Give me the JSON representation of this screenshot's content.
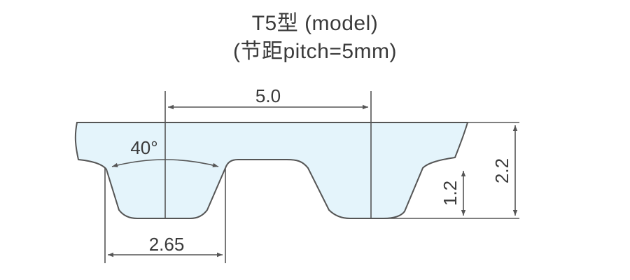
{
  "title": {
    "line1": "T5型 (model)",
    "line2": "(节距pitch=5mm)"
  },
  "dimensions": {
    "pitch": "5.0",
    "angle": "40°",
    "tooth_width": "2.65",
    "tooth_height": "1.2",
    "total_height": "2.2"
  },
  "colors": {
    "belt_fill": "#e4f4fb",
    "line": "#555555",
    "text": "#3a3a3a"
  }
}
